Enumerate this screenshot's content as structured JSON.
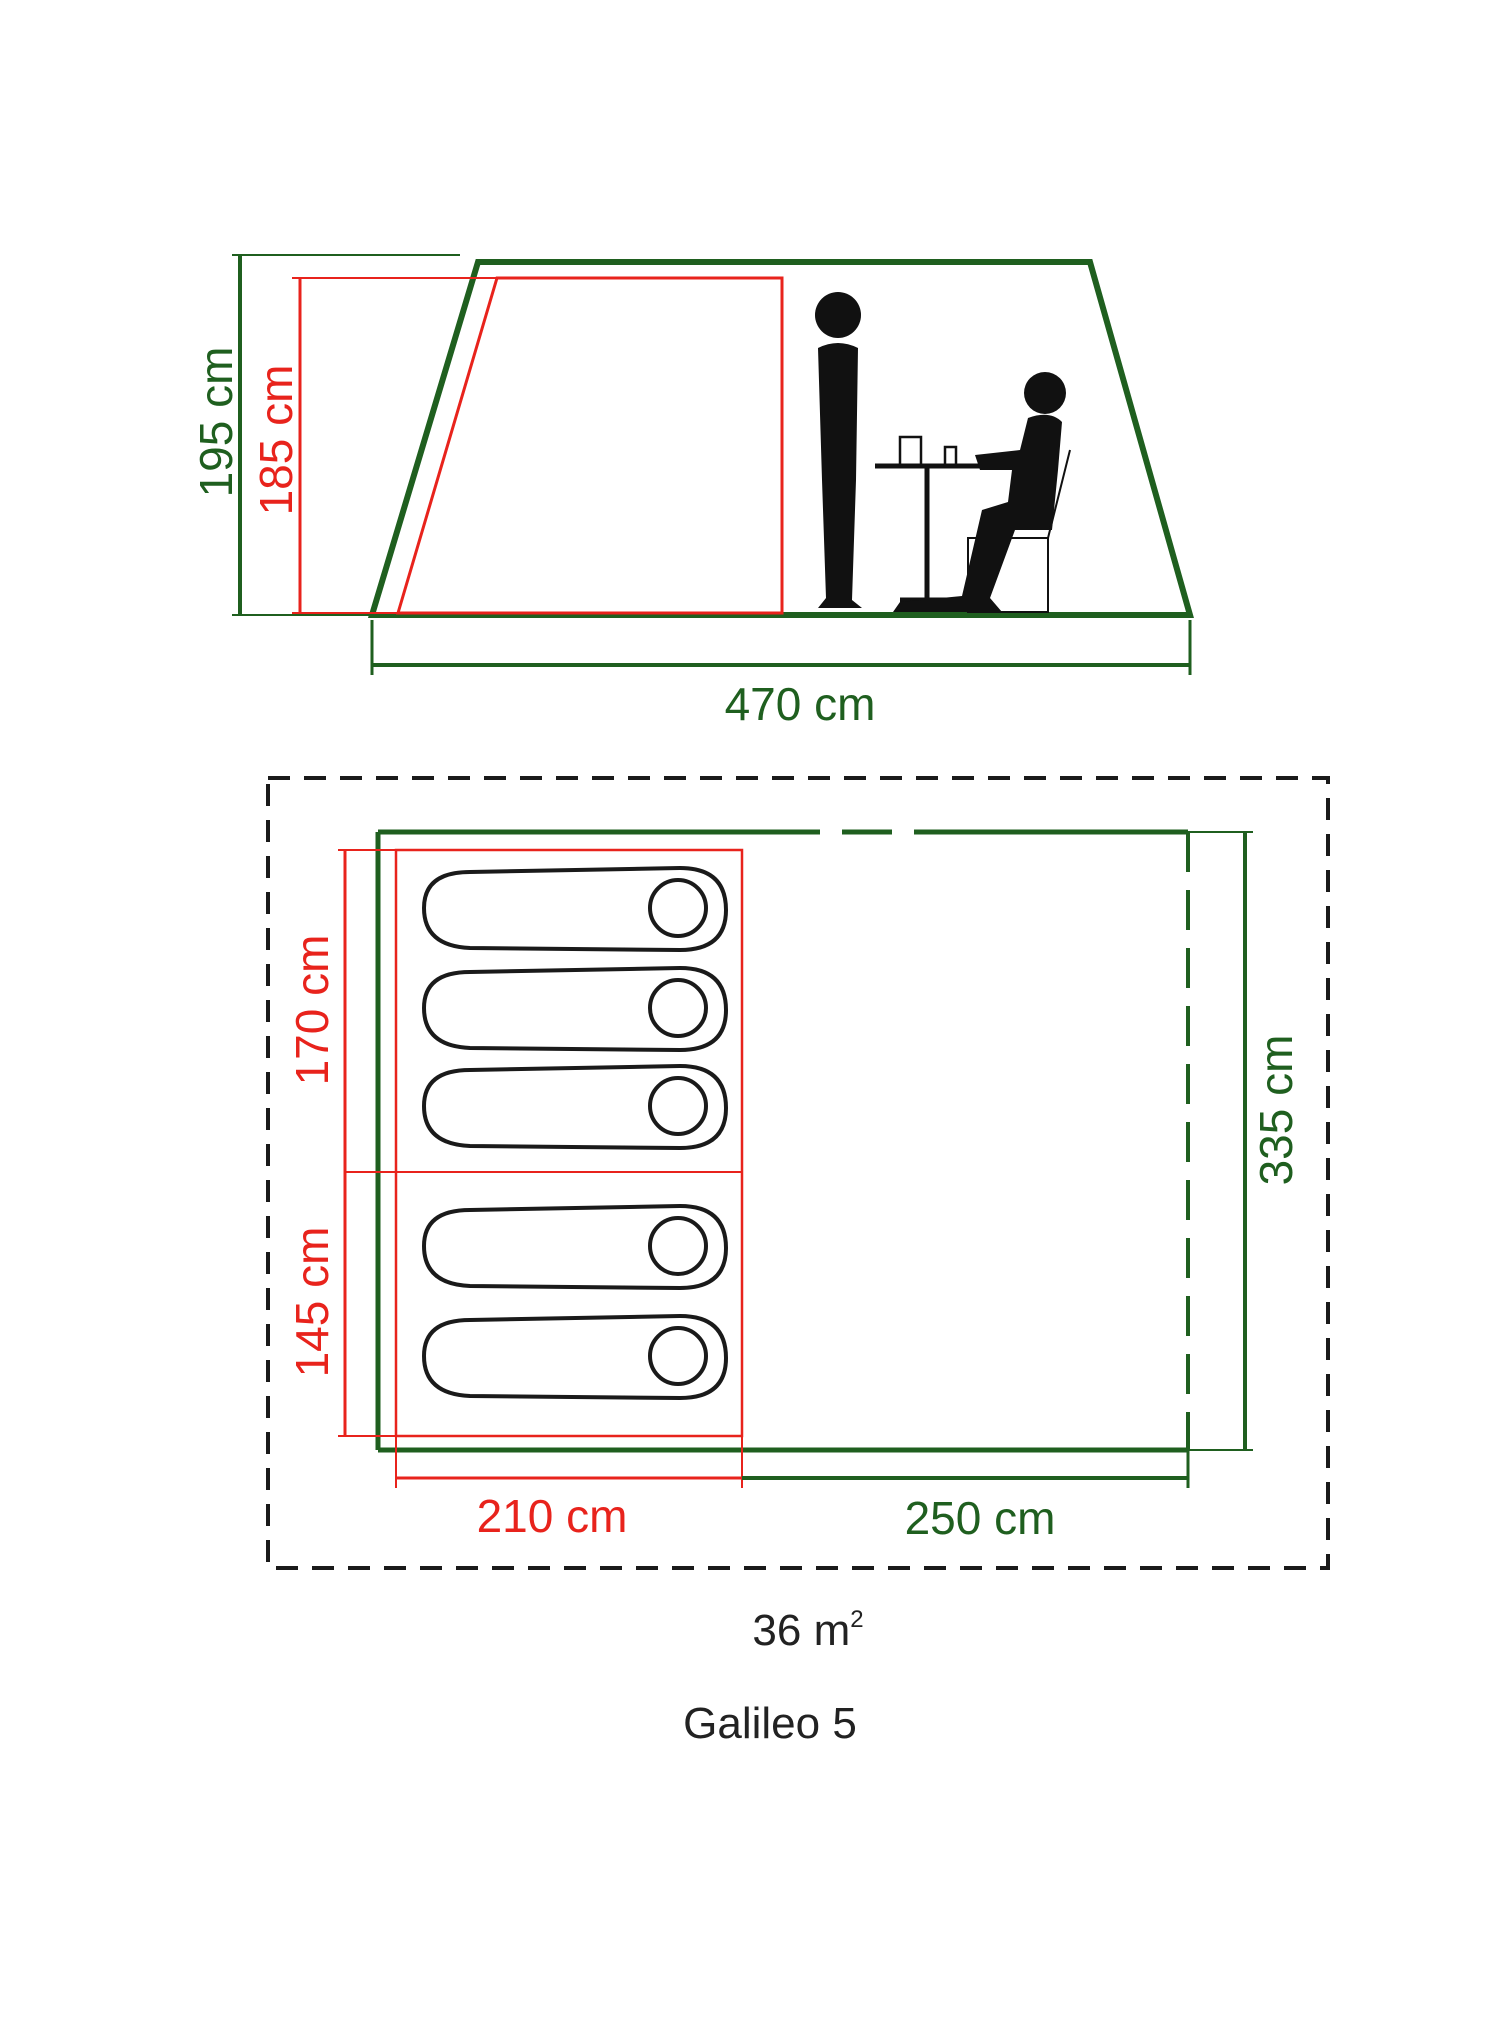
{
  "model_name": "Galileo 5",
  "area": {
    "value": "36 m",
    "unit_superscript": "2"
  },
  "side_view": {
    "outer_height": "195 cm",
    "inner_height": "185 cm",
    "length": "470 cm"
  },
  "floor_plan": {
    "bedroom_upper_depth": "170 cm",
    "bedroom_lower_depth": "145 cm",
    "bedroom_length": "210 cm",
    "living_length": "250 cm",
    "width": "335 cm",
    "sleeping_bags": 5
  },
  "colors": {
    "outer_tent": "#1f5f1f",
    "inner_tent": "#e8231c",
    "figures": "#111111",
    "footprint": "#1a1a1a"
  }
}
